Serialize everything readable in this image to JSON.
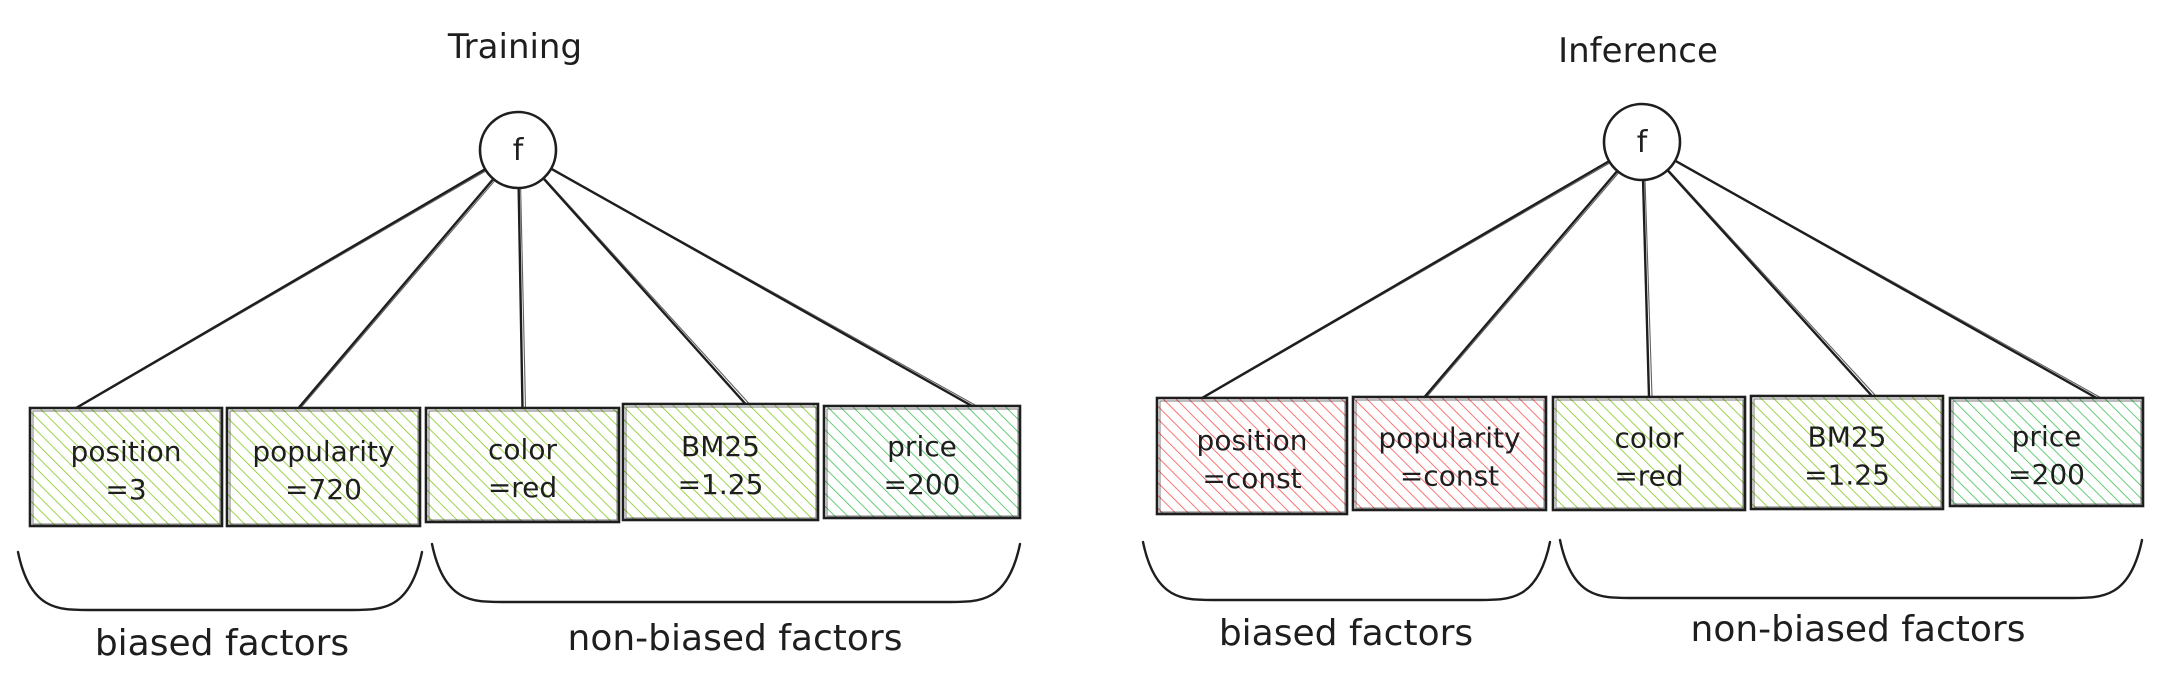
{
  "colors": {
    "stroke": "#1e1e1e",
    "green_hatch": "#82c91e",
    "teal_hatch": "#40c057",
    "red_hatch": "#fa5252"
  },
  "panels": [
    {
      "title": "Training",
      "node_label": "f",
      "boxes": [
        {
          "line1": "position",
          "line2": "=3",
          "fill": "green"
        },
        {
          "line1": "popularity",
          "line2": "=720",
          "fill": "green"
        },
        {
          "line1": "color",
          "line2": "=red",
          "fill": "green"
        },
        {
          "line1": "BM25",
          "line2": "=1.25",
          "fill": "green"
        },
        {
          "line1": "price",
          "line2": "=200",
          "fill": "teal"
        }
      ],
      "groups": [
        {
          "label": "biased factors",
          "span": [
            0,
            1
          ]
        },
        {
          "label": "non-biased factors",
          "span": [
            2,
            4
          ]
        }
      ]
    },
    {
      "title": "Inference",
      "node_label": "f",
      "boxes": [
        {
          "line1": "position",
          "line2": "=const",
          "fill": "red"
        },
        {
          "line1": "popularity",
          "line2": "=const",
          "fill": "red"
        },
        {
          "line1": "color",
          "line2": "=red",
          "fill": "green"
        },
        {
          "line1": "BM25",
          "line2": "=1.25",
          "fill": "green"
        },
        {
          "line1": "price",
          "line2": "=200",
          "fill": "teal"
        }
      ],
      "groups": [
        {
          "label": "biased factors",
          "span": [
            0,
            1
          ]
        },
        {
          "label": "non-biased factors",
          "span": [
            2,
            4
          ]
        }
      ]
    }
  ]
}
